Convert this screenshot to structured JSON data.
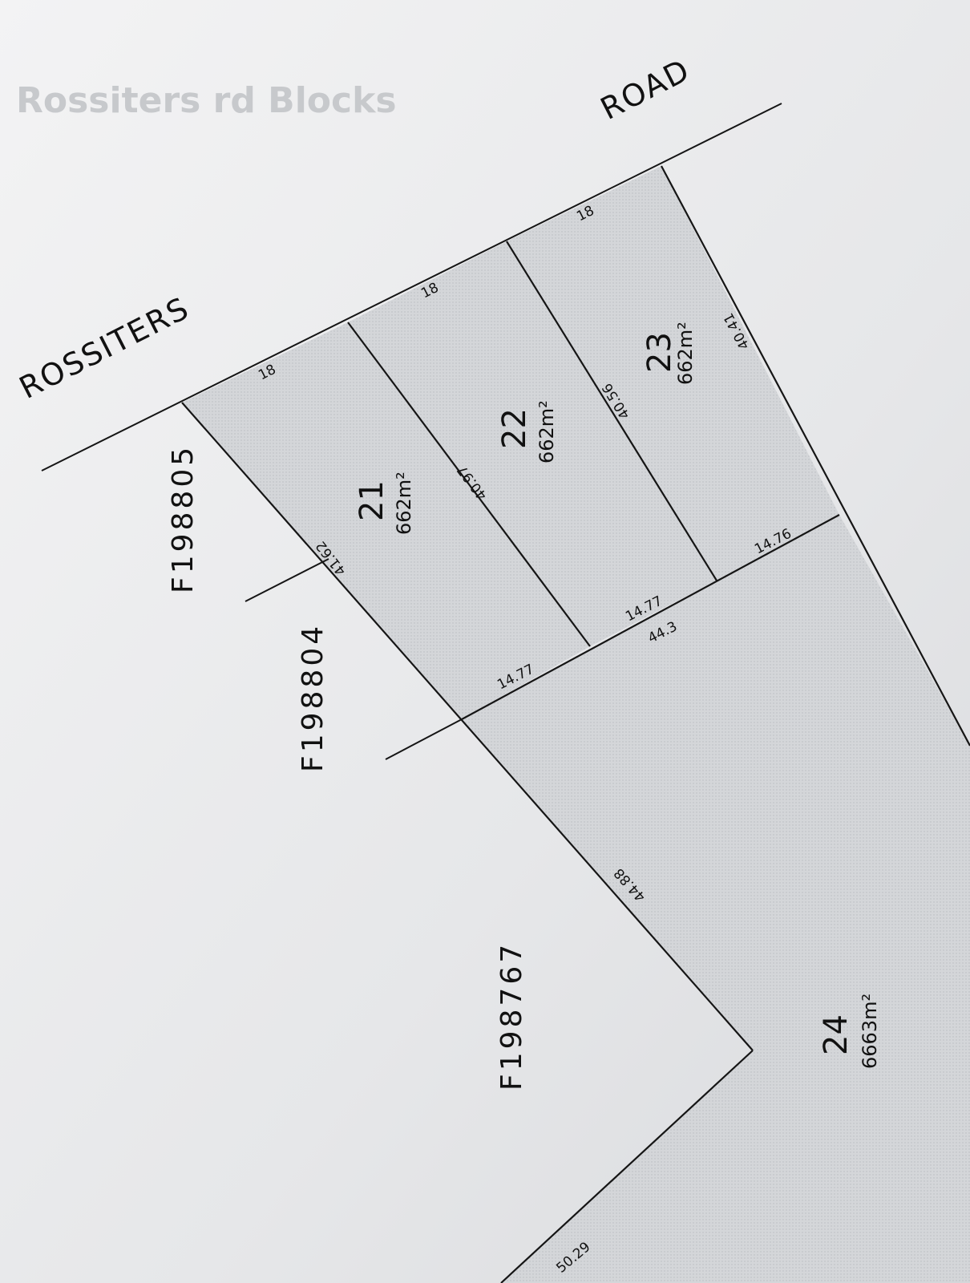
{
  "roads": {
    "road_name_left": "ROSSITERS",
    "road_name_right": "ROAD"
  },
  "adjoining_plans": {
    "plan_a": "F198805",
    "plan_b": "F198804",
    "plan_c": "F198767"
  },
  "lots": [
    {
      "number": "21",
      "area": "662m²"
    },
    {
      "number": "22",
      "area": "662m²"
    },
    {
      "number": "23",
      "area": "662m²"
    },
    {
      "number": "24",
      "area": "6663m²"
    }
  ],
  "dimensions": {
    "frontage_21": "18",
    "frontage_22": "18",
    "frontage_23": "18",
    "side_21_west": "41.62",
    "side_21_22": "40.97",
    "side_22_23": "40.56",
    "side_23_east": "40.41",
    "rear_21": "14.77",
    "rear_22": "14.77",
    "rear_23": "14.76",
    "lot24_top": "44.3",
    "lot24_west": "44.88",
    "lot24_south": "50.29"
  },
  "background_heading": "Rossiters rd Blocks",
  "colors": {
    "paper": "#e9eaec",
    "lot_fill": "#d3d5d8",
    "line": "#151515"
  }
}
